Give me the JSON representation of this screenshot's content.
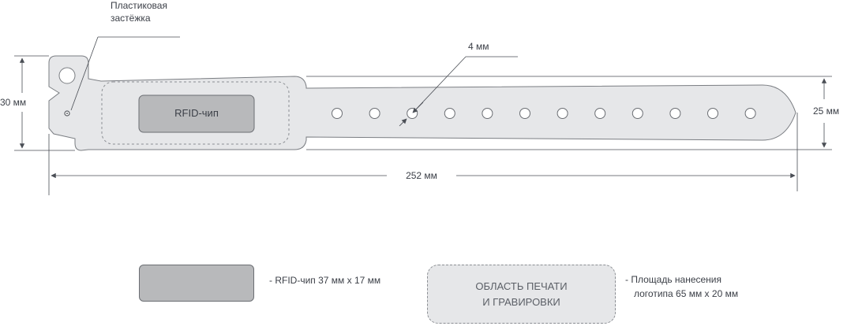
{
  "clasp": {
    "line1": "Пластиковая",
    "line2": "застёжка"
  },
  "dimensions": {
    "height_total": "30 мм",
    "hole_size": "4 мм",
    "band_height": "25 мм",
    "length": "252 мм"
  },
  "chip_label": "RFID-чип",
  "legend": {
    "chip_text": "-  RFID-чип 37 мм х 17 мм",
    "print_area_line1": "ОБЛАСТЬ ПЕЧАТИ",
    "print_area_line2": "И ГРАВИРОВКИ",
    "print_text_line1": "-  Площадь нанесения",
    "print_text_line2": "логотипа 65 мм х 20 мм"
  },
  "holes": {
    "count": 12
  },
  "colors": {
    "band_fill": "#e6e7e9",
    "outline": "#7a7d82",
    "chip_fill": "#b8b9bb",
    "dimension_line": "#4a4e55"
  }
}
